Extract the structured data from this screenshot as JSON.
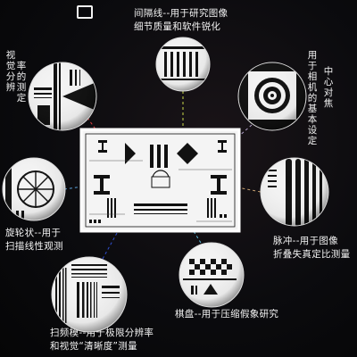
{
  "labels": {
    "top": [
      "间隔线--用于研究图像",
      "细节质量和软件锐化"
    ],
    "left_vertical": [
      "视觉分辨",
      "率的测定"
    ],
    "right_vertical": [
      "用于相机的基本设定",
      "中心对焦"
    ],
    "left_mid": [
      "旋轮状--用于",
      "扫描线性观测"
    ],
    "right_mid": [
      "脉冲--用于图像",
      "折叠失真定比测量"
    ],
    "bottom_center": [
      "棋盘--用于压缩假象研究"
    ],
    "bottom_left": [
      "扫频模--用于极限分辨率",
      "和视觉“清晰度”测量"
    ]
  },
  "icons": {
    "top_badge": "rounded-square-outline",
    "lens_top_left": "resolution-wedge-magnifier",
    "lens_top": "line-grating-magnifier",
    "lens_top_right": "concentric-circles-magnifier",
    "lens_left": "spoke-wheel-magnifier",
    "lens_right": "pulse-bars-magnifier",
    "lens_bottom_center": "checkerboard-magnifier",
    "lens_bottom_left": "frequency-sweep-magnifier",
    "chart": "iso-resolution-test-chart"
  },
  "colors": {
    "background": "#0b0b0e",
    "leader_top": "#c8d84a",
    "leader_top_left": "#e04040",
    "leader_top_right": "#b0a0c8",
    "leader_left": "#5aa0d8",
    "leader_right": "#c8a070",
    "leader_bottom": "#60c0e0",
    "leader_bottom_left": "#3050d0"
  }
}
